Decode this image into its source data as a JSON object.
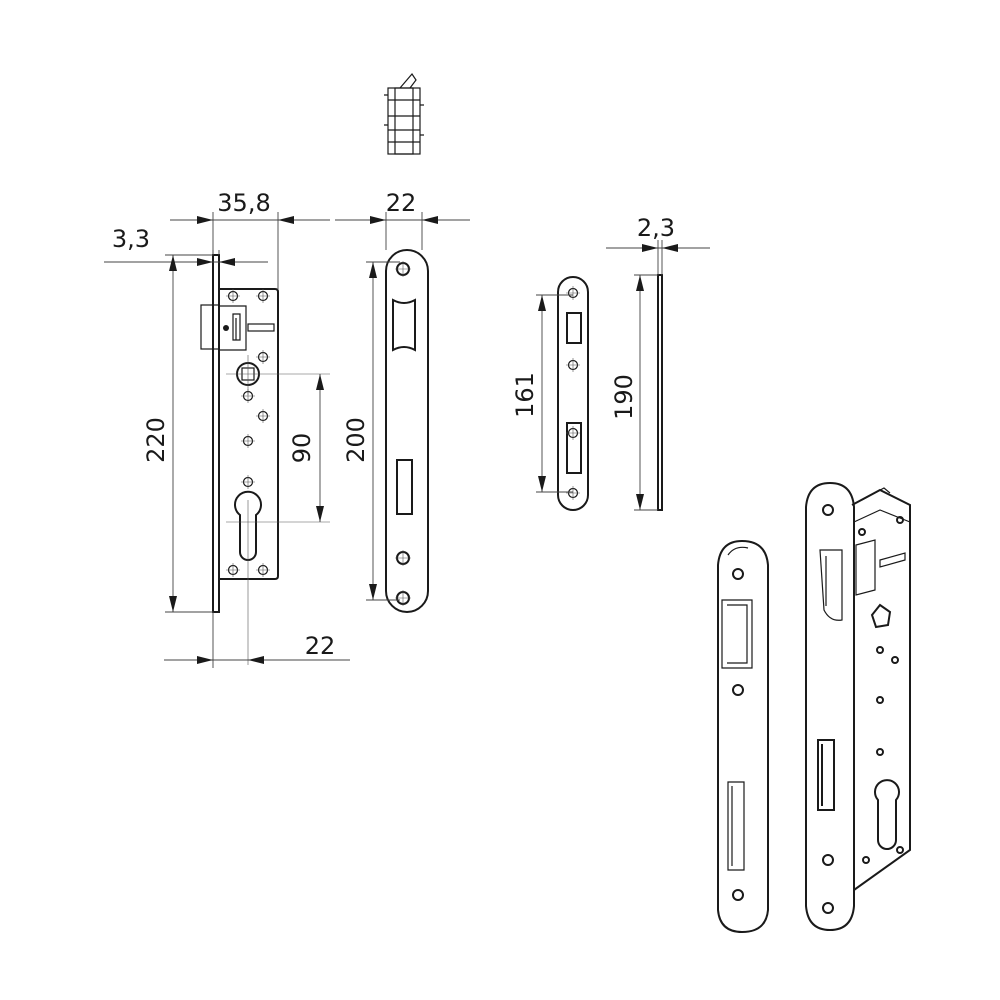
{
  "title": "Mortise lock technical drawing",
  "dimensions": {
    "backset_total": "35,8",
    "faceplate_thickness": "3,3",
    "lock_height": "220",
    "spindle_to_cylinder": "90",
    "backset": "22",
    "strike_width": "22",
    "strike_height": "200",
    "small_strike_height": "161",
    "shim_height": "190",
    "shim_thickness": "2,3"
  },
  "colors": {
    "line": "#1a1a1a",
    "background": "#ffffff"
  }
}
